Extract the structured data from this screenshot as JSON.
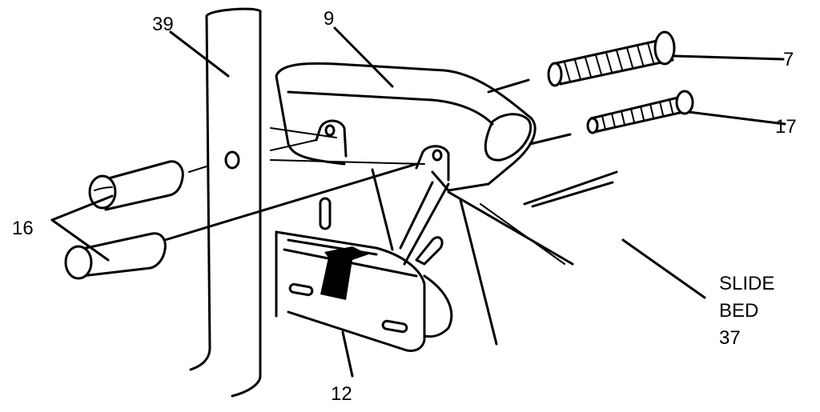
{
  "diagram": {
    "callouts": {
      "frame_post": "39",
      "bracket": "9",
      "pin_upper": "7",
      "pin_lower": "17",
      "clevis_pins": "16",
      "slide_bed_line1": "SLIDE",
      "slide_bed_line2": "BED",
      "slide_bed_number": "37",
      "plate": "12"
    }
  }
}
